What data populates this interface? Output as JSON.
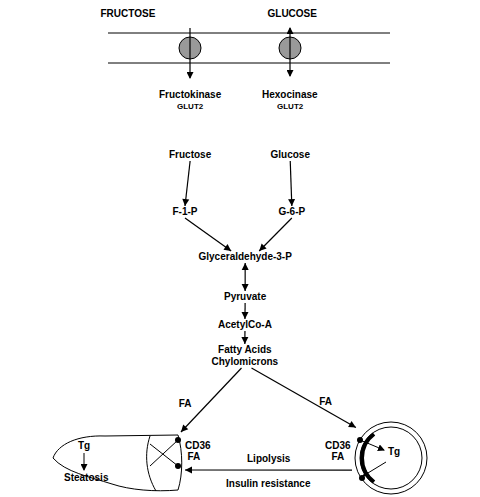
{
  "diagram": {
    "nodes": [
      {
        "text": [
          "Fructose"
        ]
      },
      {
        "text": [
          "Glucose"
        ]
      },
      {
        "text": [
          "F-1-P"
        ]
      },
      {
        "text": [
          "G-6-P"
        ]
      },
      {
        "text": [
          "Glyceraldehyde-3-P"
        ]
      },
      {
        "text": [
          "Pyruvate"
        ]
      },
      {
        "text": [
          "AcetylCo-A"
        ]
      },
      {
        "text": [
          "Fatty Acids",
          "Chylomicrons"
        ]
      },
      {
        "text": [
          "Tg",
          "Steatosis"
        ]
      },
      {
        "text": [
          "Tg"
        ]
      }
    ],
    "edges": [
      {
        "from": 0,
        "to": 2,
        "arrow": "to"
      },
      {
        "from": 1,
        "to": 3,
        "arrow": "to"
      },
      {
        "from": 2,
        "to": 4,
        "arrow": "to"
      },
      {
        "from": 3,
        "to": 4,
        "arrow": "to"
      },
      {
        "from": 4,
        "to": 5,
        "arrow": "both"
      },
      {
        "from": 5,
        "to": 6,
        "arrow": "to"
      },
      {
        "from": 6,
        "to": 7,
        "arrow": "to"
      },
      {
        "from": 7,
        "to": 8,
        "label": "FA",
        "arrow": "to"
      },
      {
        "from": 7,
        "to": 9,
        "label": "FA",
        "arrow": "to"
      },
      {
        "from": 9,
        "to": 8,
        "label": "Lipolysis",
        "arrow": "to"
      }
    ],
    "labels": [
      "FRUCTOSE",
      "GLUCOSE",
      "Fructokinase",
      "GLUT2",
      "Hexocinase",
      "GLUT2",
      "CD36",
      "FA",
      "CD36",
      "FA",
      "Insulin resistance"
    ]
  }
}
